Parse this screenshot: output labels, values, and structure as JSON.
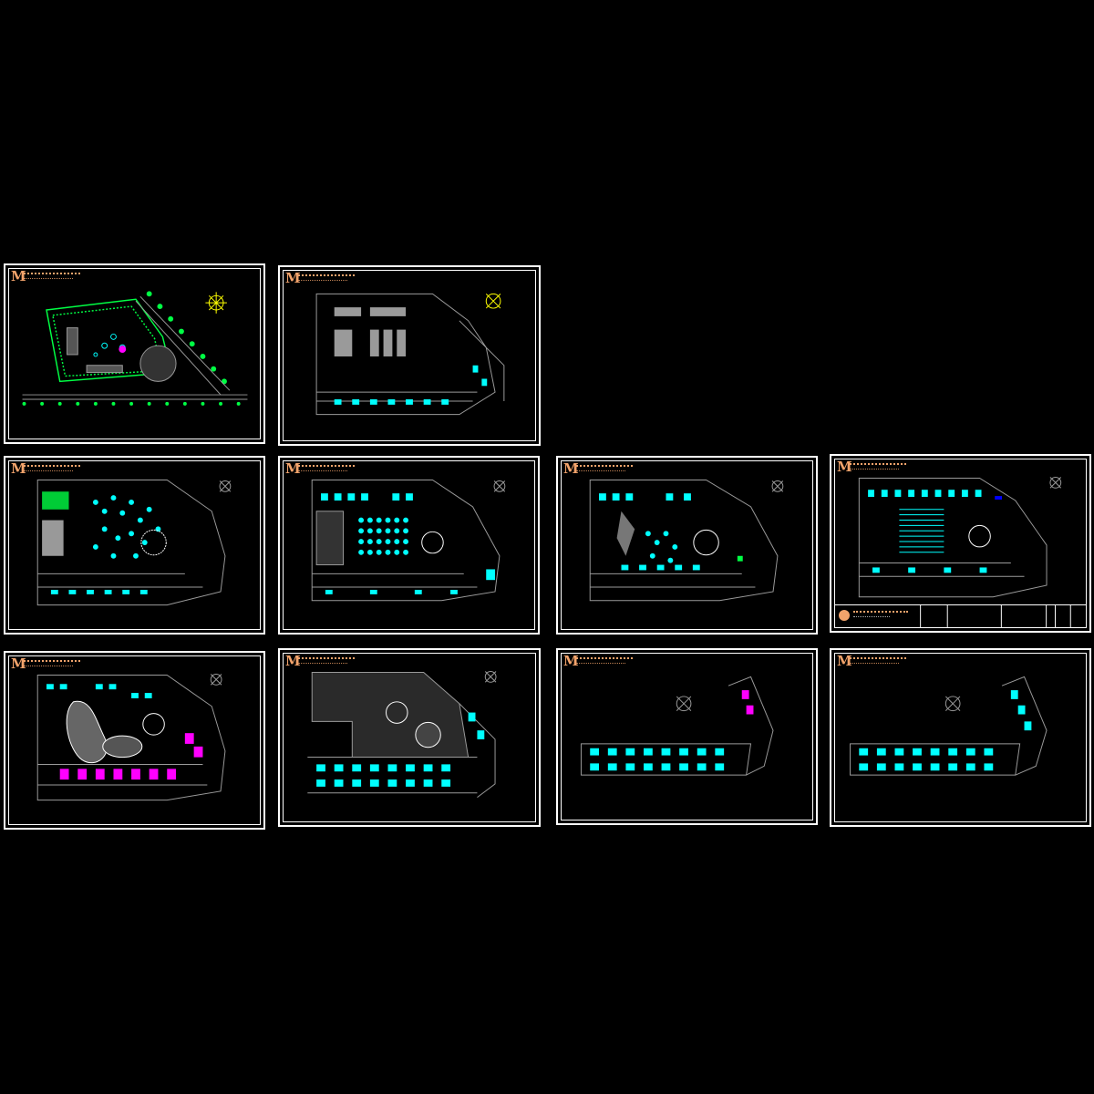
{
  "canvas_background": "#000000",
  "colors": {
    "frame": "#ffffff",
    "wall": "#9a9a9a",
    "furniture": "#00ffff",
    "landscape": "#00ff44",
    "accent": "#ff00ff",
    "title": "#f2a36b",
    "compass": "#ffffff",
    "fill": "#555555"
  },
  "logo_glyph": "M",
  "sheets": [
    {
      "id": "site-plan"
    },
    {
      "id": "plan-1"
    },
    {
      "id": "plan-2"
    },
    {
      "id": "plan-3"
    },
    {
      "id": "plan-4"
    },
    {
      "id": "plan-5"
    },
    {
      "id": "plan-6"
    },
    {
      "id": "plan-7"
    },
    {
      "id": "plan-8"
    },
    {
      "id": "plan-9"
    }
  ]
}
